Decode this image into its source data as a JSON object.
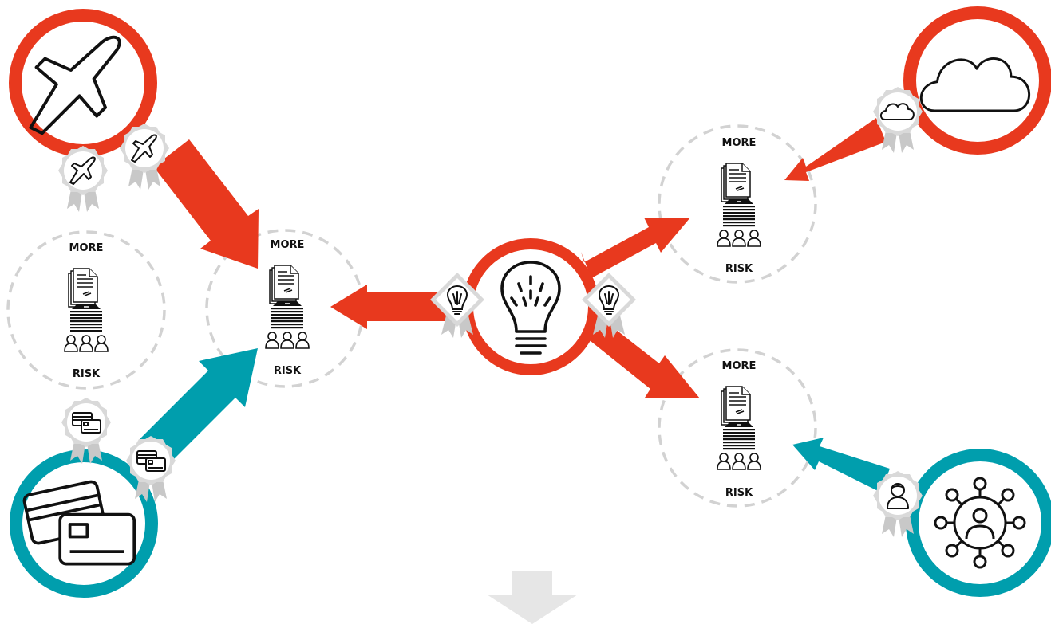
{
  "cluster_labels": {
    "top": "MORE",
    "bottom": "RISK"
  },
  "colors": {
    "red": "#e8391e",
    "teal": "#009ead",
    "dashed": "#d2d2d2",
    "badge": "#c8c8c8",
    "down_arrow": "#e6e6e6"
  },
  "nodes": [
    {
      "name": "airplane-node",
      "icon": "airplane-icon",
      "color": "red"
    },
    {
      "name": "cloud-node",
      "icon": "cloud-icon",
      "color": "red"
    },
    {
      "name": "lightbulb-node",
      "icon": "lightbulb-icon",
      "color": "red"
    },
    {
      "name": "credit-card-node",
      "icon": "credit-card-icon",
      "color": "teal"
    },
    {
      "name": "people-network-node",
      "icon": "people-network-icon",
      "color": "teal"
    }
  ]
}
